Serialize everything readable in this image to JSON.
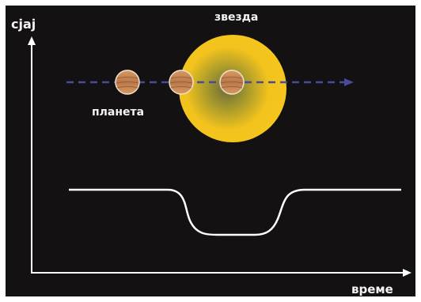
{
  "labels": {
    "y_axis": "сјај",
    "x_axis": "време",
    "star": "звезда",
    "planet": "планета"
  },
  "colors": {
    "background": "#131111",
    "star": "#f4c41c",
    "star_core": "#6b6a3a",
    "planet": "#c98a56",
    "transit_path": "#4a4a9a",
    "axes": "#ffffff",
    "light_curve": "#ffffff"
  }
}
